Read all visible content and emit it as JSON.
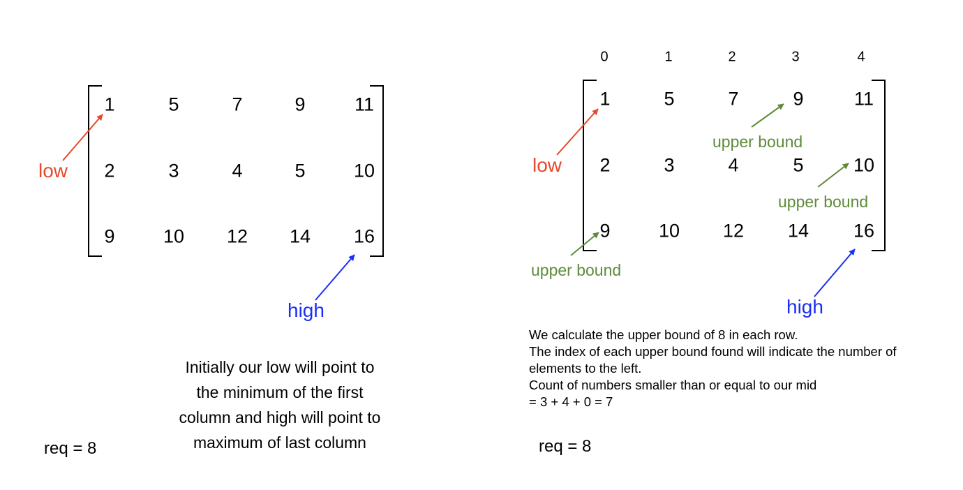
{
  "colors": {
    "low": "#e8472a",
    "high": "#1a2ff5",
    "upper_bound": "#5e8b3a",
    "text": "#000000"
  },
  "left": {
    "matrix": [
      [
        "1",
        "5",
        "7",
        "9",
        "11"
      ],
      [
        "2",
        "3",
        "4",
        "5",
        "10"
      ],
      [
        "9",
        "10",
        "12",
        "14",
        "16"
      ]
    ],
    "low_label": "low",
    "high_label": "high",
    "description": [
      "Initially our low will point to",
      "the minimum of the first",
      "column and high will point to",
      "maximum of last column"
    ],
    "req": "req = 8"
  },
  "right": {
    "column_indices": [
      "0",
      "1",
      "2",
      "3",
      "4"
    ],
    "matrix": [
      [
        "1",
        "5",
        "7",
        "9",
        "11"
      ],
      [
        "2",
        "3",
        "4",
        "5",
        "10"
      ],
      [
        "9",
        "10",
        "12",
        "14",
        "16"
      ]
    ],
    "low_label": "low",
    "high_label": "high",
    "upper_bound_labels": [
      "upper bound",
      "upper bound",
      "upper bound"
    ],
    "explanation": [
      "We calculate the upper bound of 8 in each row.",
      "The index of each upper bound found will indicate the number of elements to the left.",
      "Count of numbers smaller than or equal to our mid",
      "= 3 + 4 + 0 = 7"
    ],
    "req": "req = 8"
  }
}
